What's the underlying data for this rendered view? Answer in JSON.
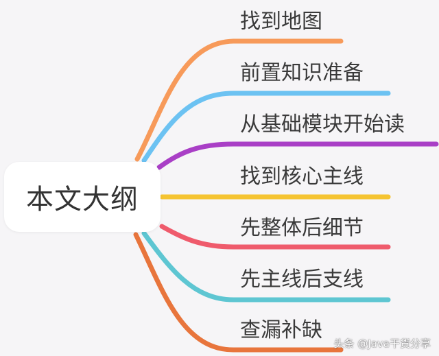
{
  "root": {
    "label": "本文大纲",
    "background": "#ffffff"
  },
  "branches": [
    {
      "label": "找到地图",
      "color": "#f79a5a"
    },
    {
      "label": "前置知识准备",
      "color": "#6cc2f2"
    },
    {
      "label": "从基础模块开始读",
      "color": "#a93fc6"
    },
    {
      "label": "找到核心主线",
      "color": "#f5c431"
    },
    {
      "label": "先整体后细节",
      "color": "#ef5b6c"
    },
    {
      "label": "先主线后支线",
      "color": "#5ec6d2"
    },
    {
      "label": "查漏补缺",
      "color": "#e8753c"
    }
  ],
  "watermark": {
    "text": "头条 @Java干货分享"
  }
}
